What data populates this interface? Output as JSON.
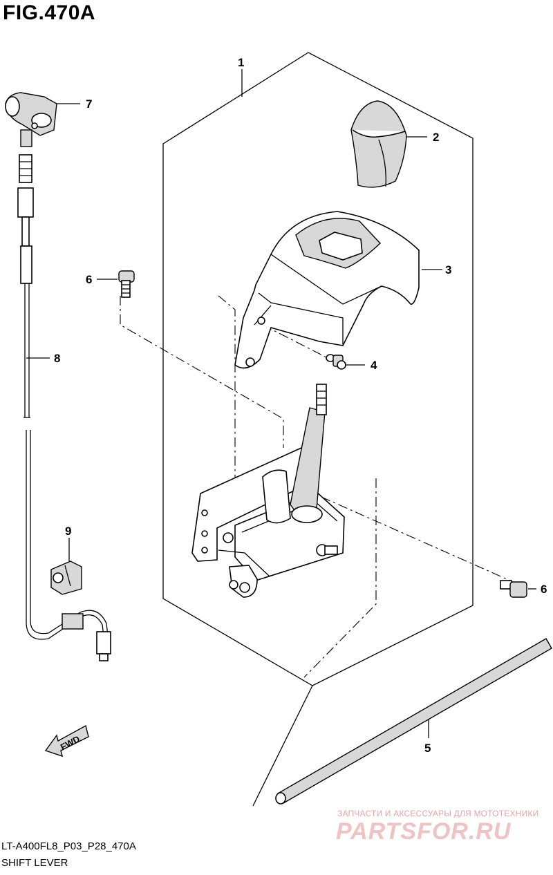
{
  "figure": {
    "title": "FIG.470A",
    "code": "LT-A400FL8_P03_P28_470A",
    "name": "SHIFT LEVER"
  },
  "callouts": [
    "1",
    "2",
    "3",
    "4",
    "5",
    "6",
    "6",
    "7",
    "8",
    "9"
  ],
  "direction_marker": "FWD",
  "watermark": {
    "caption": "ЗАПЧАСТИ И АКСЕССУАРЫ ДЛЯ МОТОТЕХНИКИ",
    "logo": "PARTSFOR.RU"
  },
  "colors": {
    "ink": "#000000",
    "watermark": "#e08080"
  }
}
